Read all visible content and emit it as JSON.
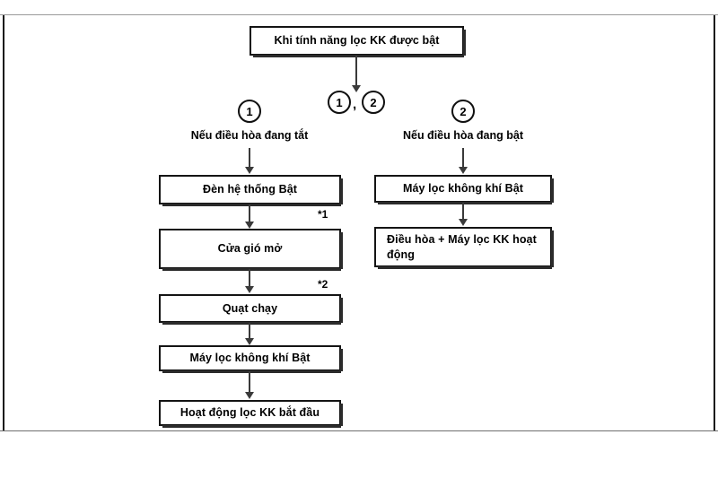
{
  "diagram": {
    "title_box": {
      "label": "Khi tính năng lọc KK được bật"
    },
    "branch_marker": {
      "left_number": "1",
      "separator": ",",
      "right_number": "2"
    },
    "branches": [
      {
        "number": "1",
        "condition": "Nếu điều hòa đang tắt",
        "steps": [
          {
            "label": "Đèn hệ thống Bật",
            "note": ""
          },
          {
            "label": "Cửa gió mở",
            "note": "*1"
          },
          {
            "label": "Quạt chạy",
            "note": "*2"
          },
          {
            "label": "Máy lọc không khí Bật",
            "note": ""
          },
          {
            "label": "Hoạt động lọc KK bắt đầu",
            "note": ""
          }
        ]
      },
      {
        "number": "2",
        "condition": "Nếu điều hòa đang bật",
        "steps": [
          {
            "label": "Máy lọc không khí Bật",
            "note": ""
          },
          {
            "label": "Điều hòa + Máy lọc KK hoạt động",
            "note": ""
          }
        ]
      }
    ],
    "notes": {
      "note_1": "*1",
      "note_2": "*2"
    },
    "colors": {
      "box_border": "#141414",
      "connector": "#3a3a3a",
      "frame": "#1a1a1a",
      "background": "#ffffff",
      "text": "#000000"
    }
  }
}
